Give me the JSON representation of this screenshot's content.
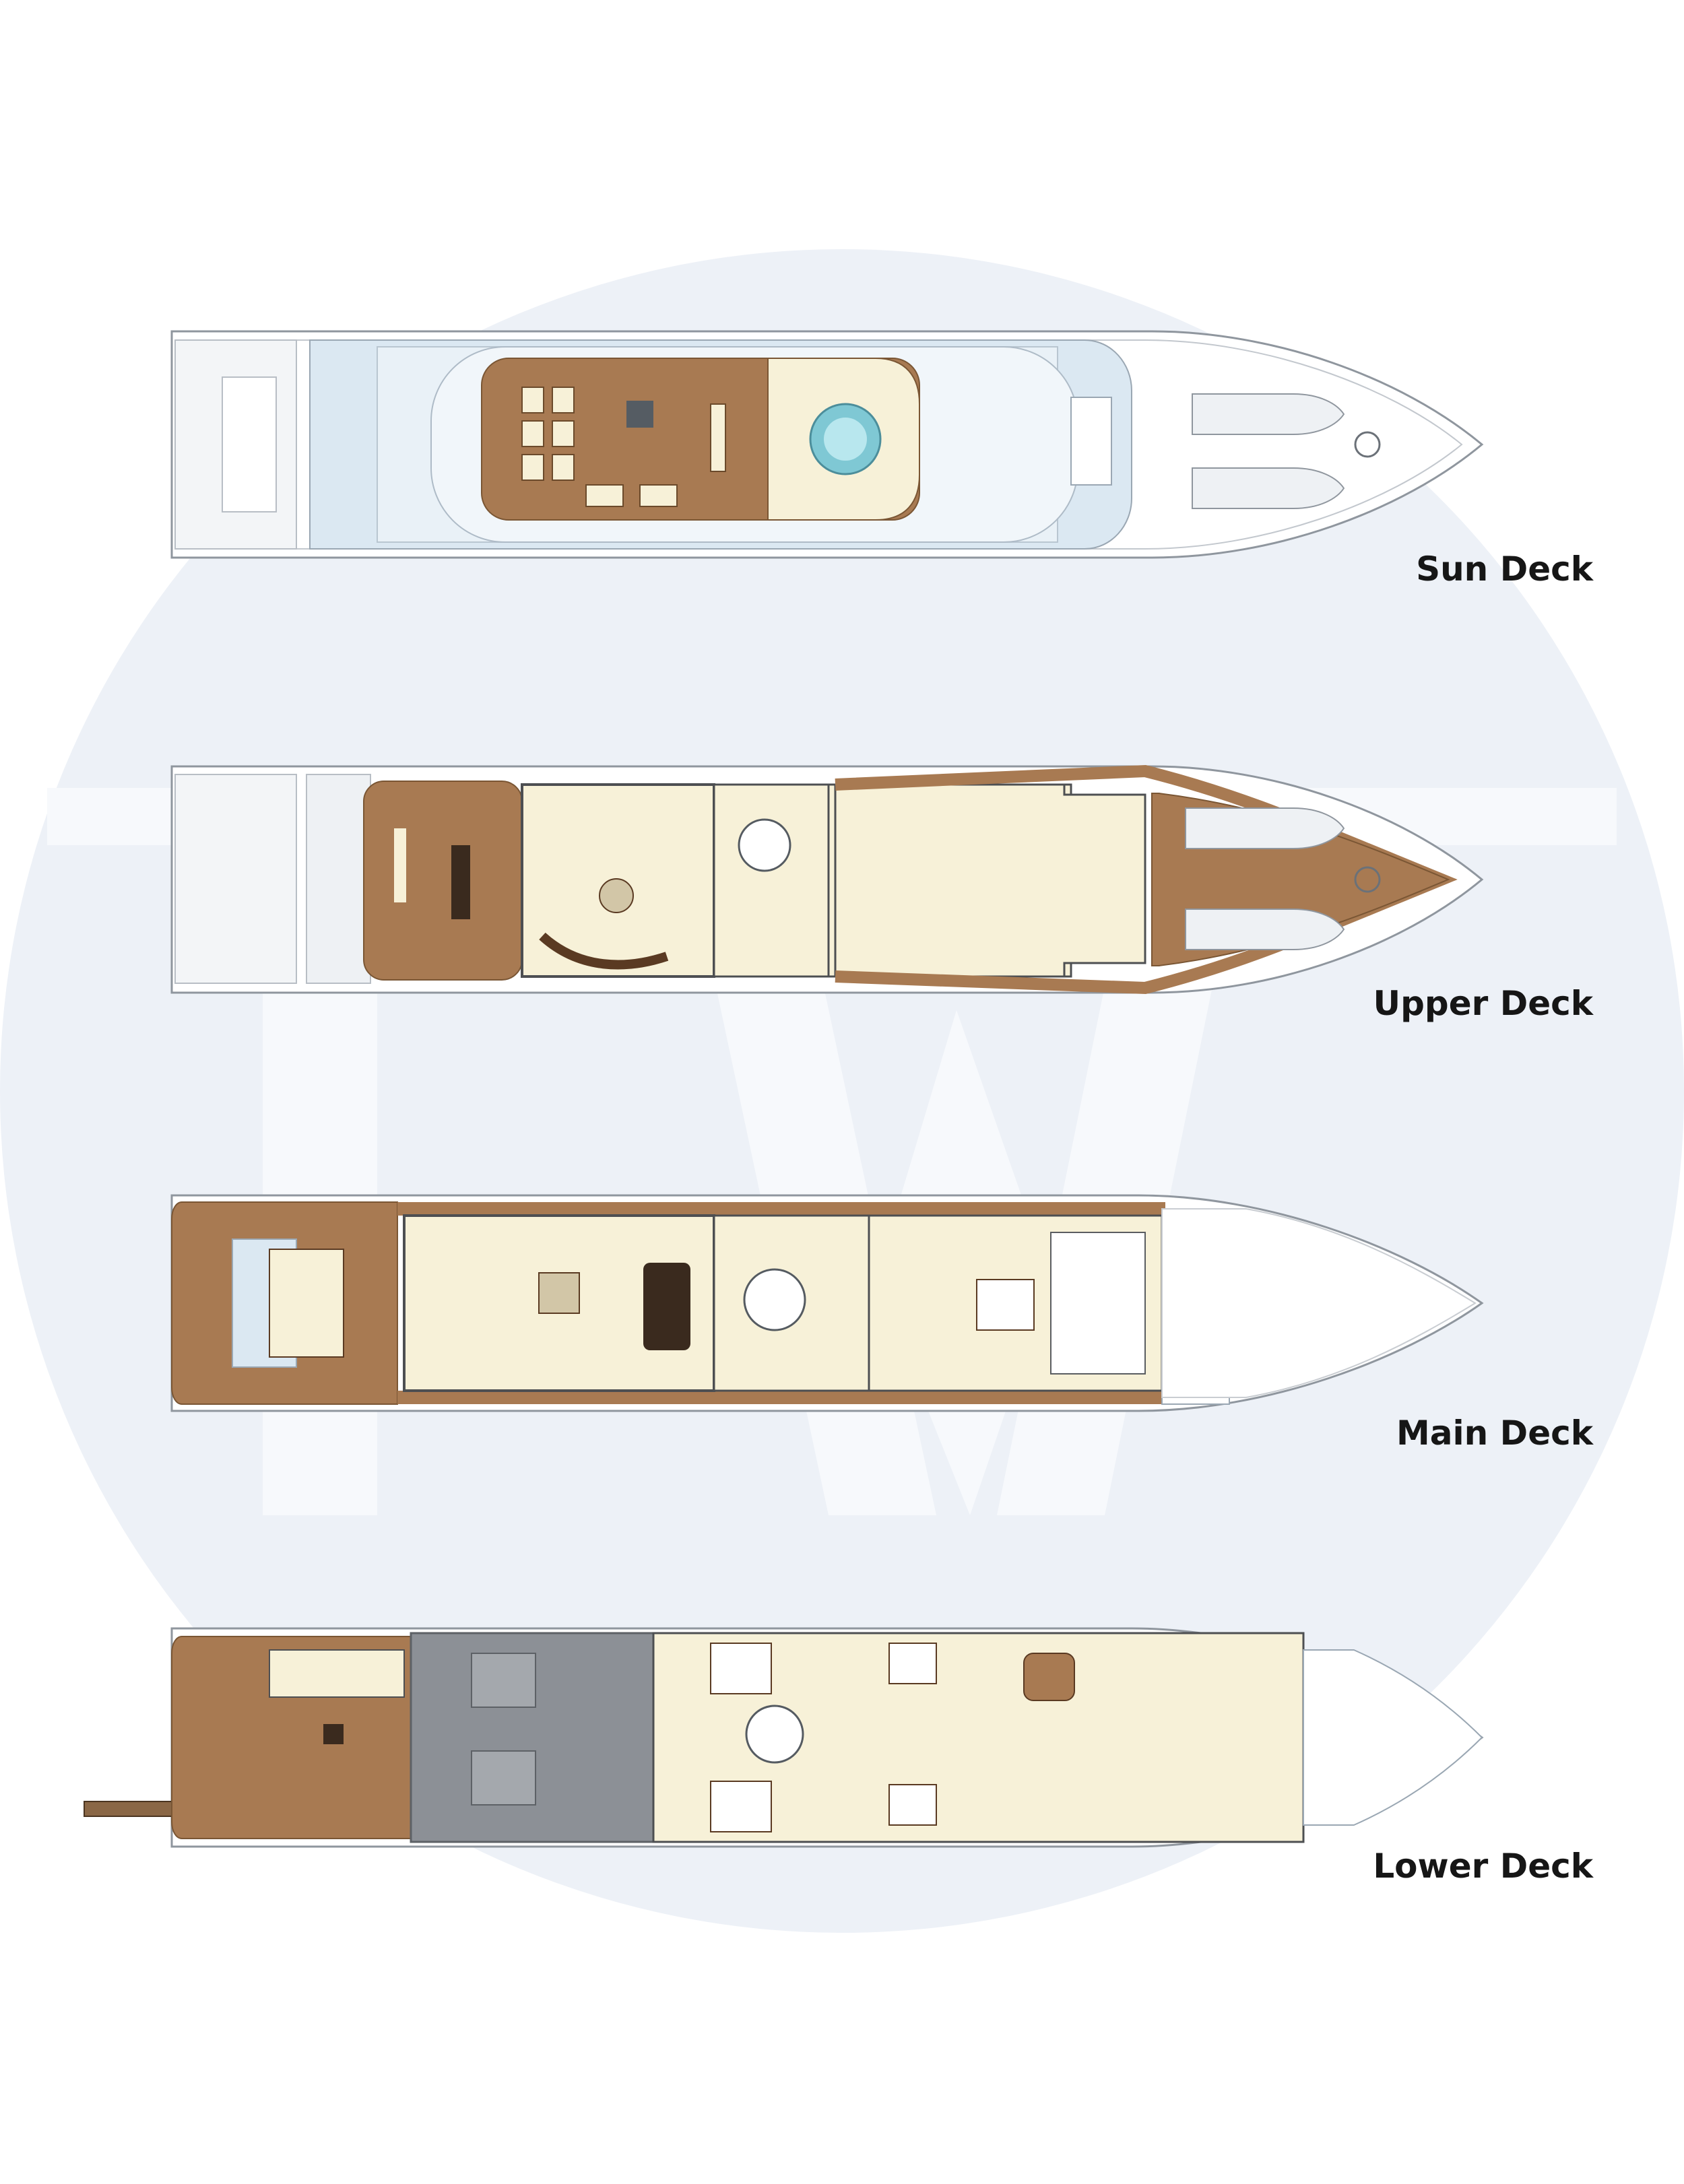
{
  "decks": [
    {
      "id": "sun",
      "label": "Sun Deck"
    },
    {
      "id": "upper",
      "label": "Upper Deck"
    },
    {
      "id": "main",
      "label": "Main Deck"
    },
    {
      "id": "lower",
      "label": "Lower Deck"
    }
  ],
  "watermark": {
    "text": "TW"
  },
  "colors": {
    "background": "#ffffff",
    "watermark_circle": "#edf1f7",
    "teak": "#a87a52",
    "interior": "#f7f1d8",
    "hull_line": "#8f969e",
    "hull_fill": "#ffffff",
    "sun_canopy": "#dbe8f2",
    "machinery": "#8c9096",
    "label": "#161616"
  },
  "icons": [
    "hull-outline",
    "jacuzzi-icon",
    "tender-boat-icon",
    "spiral-staircase-icon",
    "dining-table-icon",
    "sofa-icon",
    "bed-icon",
    "passerelle-icon"
  ]
}
